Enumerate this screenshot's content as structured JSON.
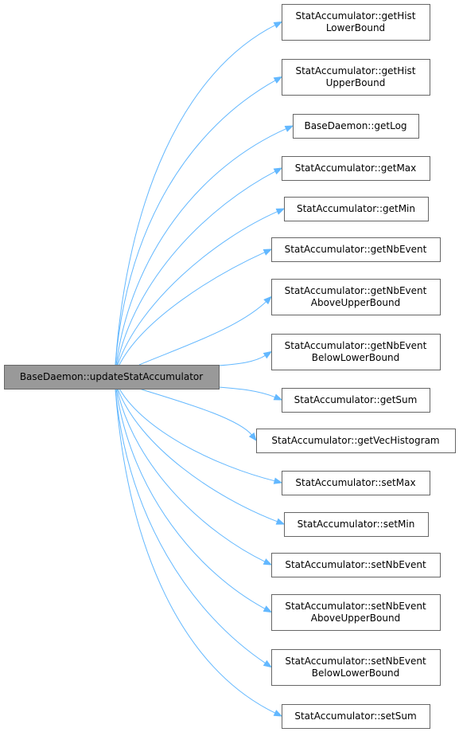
{
  "graph": {
    "root": {
      "id": "root",
      "lines": [
        "BaseDaemon::updateStatAccumulator"
      ]
    },
    "callees": [
      {
        "id": "n0",
        "lines": [
          "StatAccumulator::getHist",
          "LowerBound"
        ]
      },
      {
        "id": "n1",
        "lines": [
          "StatAccumulator::getHist",
          "UpperBound"
        ]
      },
      {
        "id": "n2",
        "lines": [
          "BaseDaemon::getLog"
        ]
      },
      {
        "id": "n3",
        "lines": [
          "StatAccumulator::getMax"
        ]
      },
      {
        "id": "n4",
        "lines": [
          "StatAccumulator::getMin"
        ]
      },
      {
        "id": "n5",
        "lines": [
          "StatAccumulator::getNbEvent"
        ]
      },
      {
        "id": "n6",
        "lines": [
          "StatAccumulator::getNbEvent",
          "AboveUpperBound"
        ]
      },
      {
        "id": "n7",
        "lines": [
          "StatAccumulator::getNbEvent",
          "BelowLowerBound"
        ]
      },
      {
        "id": "n8",
        "lines": [
          "StatAccumulator::getSum"
        ]
      },
      {
        "id": "n9",
        "lines": [
          "StatAccumulator::getVecHistogram"
        ]
      },
      {
        "id": "n10",
        "lines": [
          "StatAccumulator::setMax"
        ]
      },
      {
        "id": "n11",
        "lines": [
          "StatAccumulator::setMin"
        ]
      },
      {
        "id": "n12",
        "lines": [
          "StatAccumulator::setNbEvent"
        ]
      },
      {
        "id": "n13",
        "lines": [
          "StatAccumulator::setNbEvent",
          "AboveUpperBound"
        ]
      },
      {
        "id": "n14",
        "lines": [
          "StatAccumulator::setNbEvent",
          "BelowLowerBound"
        ]
      },
      {
        "id": "n15",
        "lines": [
          "StatAccumulator::setSum"
        ]
      }
    ],
    "colors": {
      "edge": "#63b8ff",
      "root_fill": "#999999",
      "node_fill": "#ffffff",
      "node_border": "#666666"
    }
  }
}
